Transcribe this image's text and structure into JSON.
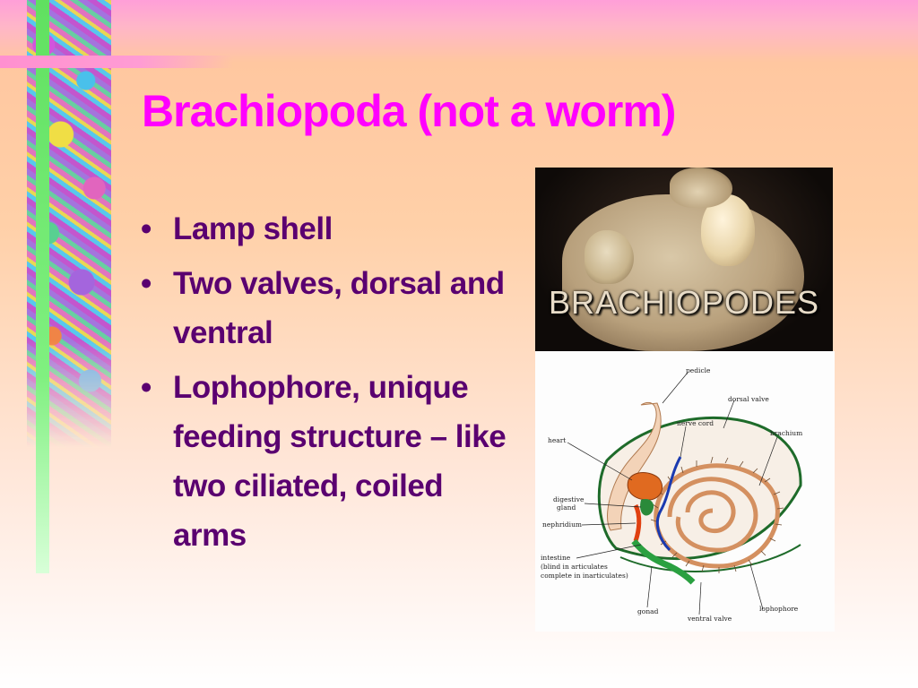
{
  "slide": {
    "title": "Brachiopoda (not a worm)",
    "bullets": [
      "Lamp shell",
      "Two valves, dorsal and ventral",
      "Lophophore, unique feeding structure – like two ciliated, coiled arms"
    ],
    "bullet_glyph": "•"
  },
  "photo": {
    "caption": "BRACHIOPODES"
  },
  "diagram": {
    "labels": {
      "pedicle": "pedicle",
      "dorsal_valve": "dorsal valve",
      "nerve_cord": "nerve cord",
      "brachium": "brachium",
      "heart": "heart",
      "digestive_gland_1": "digestive",
      "digestive_gland_2": "gland",
      "nephridium": "nephridium",
      "intestine_1": "intestine",
      "intestine_2": "(blind in articulates",
      "intestine_3": "complete in inarticulates)",
      "gonad": "gonad",
      "ventral_valve": "ventral valve",
      "lophophore": "lophophore"
    }
  },
  "colors": {
    "title": "#ff00ff",
    "bullet_text": "#5a0070",
    "accent_green": "#60e060",
    "accent_pink": "#ff90d0"
  }
}
